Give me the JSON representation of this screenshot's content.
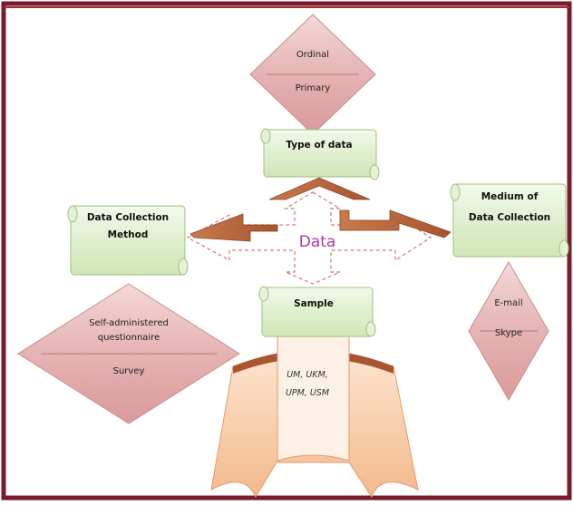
{
  "diagram": {
    "center_label": "Data",
    "type_of_data": {
      "title": "Type of data",
      "diamond_top": "Ordinal",
      "diamond_bottom": "Primary"
    },
    "collection_method": {
      "title_line1": "Data Collection",
      "title_line2": "Method",
      "diamond_top_line1": "Self-administered",
      "diamond_top_line2": "questionnaire",
      "diamond_bottom": "Survey"
    },
    "medium": {
      "title_line1": "Medium of",
      "title_line2": "Data Collection",
      "diamond_top": "E-mail",
      "diamond_bottom": "Skype"
    },
    "sample": {
      "title": "Sample",
      "banner_line1": "UM, UKM,",
      "banner_line2": "UPM, USM"
    }
  },
  "colors": {
    "border": "#7a1a2a",
    "scroll_fill": "#dff0cf",
    "scroll_stroke": "#9cc07c",
    "diamond_fill": "#e8b6b6",
    "diamond_stroke": "#c98e8e",
    "arrow": "#b5643c",
    "dashed": "#d07a7a",
    "center_text": "#a63aa6",
    "banner_fill": "#f8d2b2"
  },
  "icons": [
    "scroll-shape",
    "diamond-shape",
    "arrow-shape",
    "ribbon-banner"
  ]
}
